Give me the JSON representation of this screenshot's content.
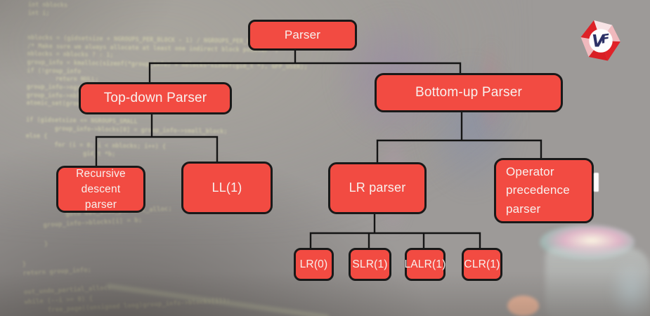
{
  "diagram": {
    "title": "Parser classification tree",
    "node_fill": "#f24b42",
    "node_border": "#191919",
    "node_text_color": "#f8f1ee",
    "nodes": [
      {
        "id": "parser",
        "label": "Parser"
      },
      {
        "id": "top-down-parser",
        "label": "Top-down Parser"
      },
      {
        "id": "bottom-up-parser",
        "label": "Bottom-up Parser"
      },
      {
        "id": "recursive-descent-parser",
        "label": "Recursive descent parser"
      },
      {
        "id": "ll1",
        "label": "LL(1)"
      },
      {
        "id": "lr-parser",
        "label": "LR parser"
      },
      {
        "id": "operator-precedence-parser",
        "label": "Operator precedence parser"
      },
      {
        "id": "lr0",
        "label": "LR(0)"
      },
      {
        "id": "slr1",
        "label": "SLR(1)"
      },
      {
        "id": "lalr1",
        "label": "LALR(1)"
      },
      {
        "id": "clr1",
        "label": "CLR(1)"
      }
    ],
    "edges": [
      [
        "parser",
        "top-down-parser"
      ],
      [
        "parser",
        "bottom-up-parser"
      ],
      [
        "top-down-parser",
        "recursive-descent-parser"
      ],
      [
        "top-down-parser",
        "ll1"
      ],
      [
        "bottom-up-parser",
        "lr-parser"
      ],
      [
        "bottom-up-parser",
        "operator-precedence-parser"
      ],
      [
        "lr-parser",
        "lr0"
      ],
      [
        "lr-parser",
        "slr1"
      ],
      [
        "lr-parser",
        "lalr1"
      ],
      [
        "lr-parser",
        "clr1"
      ]
    ]
  },
  "logo": {
    "monogram": "VF",
    "letter_v": "V",
    "letter_f": "F",
    "red": "#dd2127",
    "pink": "#f0b9bd",
    "navy": "#2c3166"
  },
  "background": {
    "code_top_lines": [
      "int nblocks",
      "int i;",
      "",
      "",
      "nblocks = (gidsetsize + NGROUPS_PER_BLOCK - 1) / NGROUPS_PER_BLOCK;",
      "/* Make sure we always allocate at least one indirect block pointer */",
      "nblocks = nblocks ? : 1;",
      "group_info = kmalloc(sizeof(*group_info) + nblocks*sizeof(gid_t *), GFP_USER);",
      "if (!group_info",
      "        return NULL;",
      "group_info->ngroups =",
      "group_info->nblocks =",
      "atomic_set(group_info->usage, 1);",
      "",
      "if (gidsetsize <= NGROUPS_SMALL",
      "        group_info->blocks[0] = group_info->small_block;",
      "else {",
      "        for (i = 0; i < nblocks; i++) {",
      "                gid_t *b;"
    ],
    "code_bottom_lines": [
      "            goto out_undo_partial_alloc;",
      "      group_info->blocks[i] = b;",
      "",
      "      }",
      "",
      "}",
      "return group_info;",
      "",
      "out_undo_partial_alloc:",
      "while (--i >= 0) {",
      "      free_page((unsigned long)group_info->blocks[i]);"
    ]
  }
}
